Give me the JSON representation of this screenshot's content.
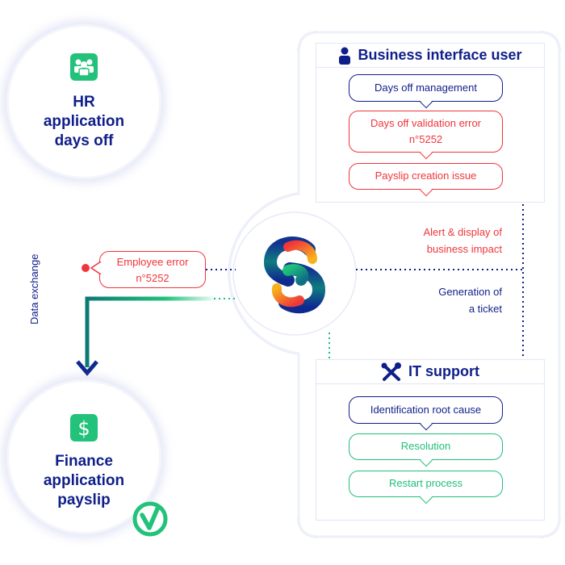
{
  "colors": {
    "navy": "#0f1f8a",
    "red": "#f0353b",
    "green": "#1fbf7a",
    "orange": "#f7a21b",
    "panel_border": "#e3e6f6"
  },
  "hr_node": {
    "icon": "people-group-icon",
    "title_line1": "HR",
    "title_line2": "application",
    "title_line3": "days off"
  },
  "finance_node": {
    "icon": "dollar-icon",
    "title_line1": "Finance",
    "title_line2": "application",
    "title_line3": "payslip",
    "status_icon": "check-circle-icon"
  },
  "flow": {
    "vertical_label": "Data exchange",
    "employee_error_line1": "Employee error",
    "employee_error_line2": "n°5252"
  },
  "hub": {
    "logo": "s-logo-icon"
  },
  "business_section": {
    "icon": "user-icon",
    "title": "Business interface user",
    "steps": [
      {
        "line1": "Days off management",
        "line2": "",
        "status": "navy"
      },
      {
        "line1": "Days off validation error",
        "line2": "n°5252",
        "status": "red"
      },
      {
        "line1": "Payslip creation issue",
        "line2": "",
        "status": "red"
      }
    ]
  },
  "notes": {
    "alert_line1": "Alert & display of",
    "alert_line2": "business impact",
    "ticket_line1": "Generation of",
    "ticket_line2": "a ticket"
  },
  "it_section": {
    "icon": "tools-icon",
    "title": "IT support",
    "steps": [
      {
        "label": "Identification root cause",
        "status": "navy"
      },
      {
        "label": "Resolution",
        "status": "green"
      },
      {
        "label": "Restart process",
        "status": "green"
      }
    ]
  }
}
